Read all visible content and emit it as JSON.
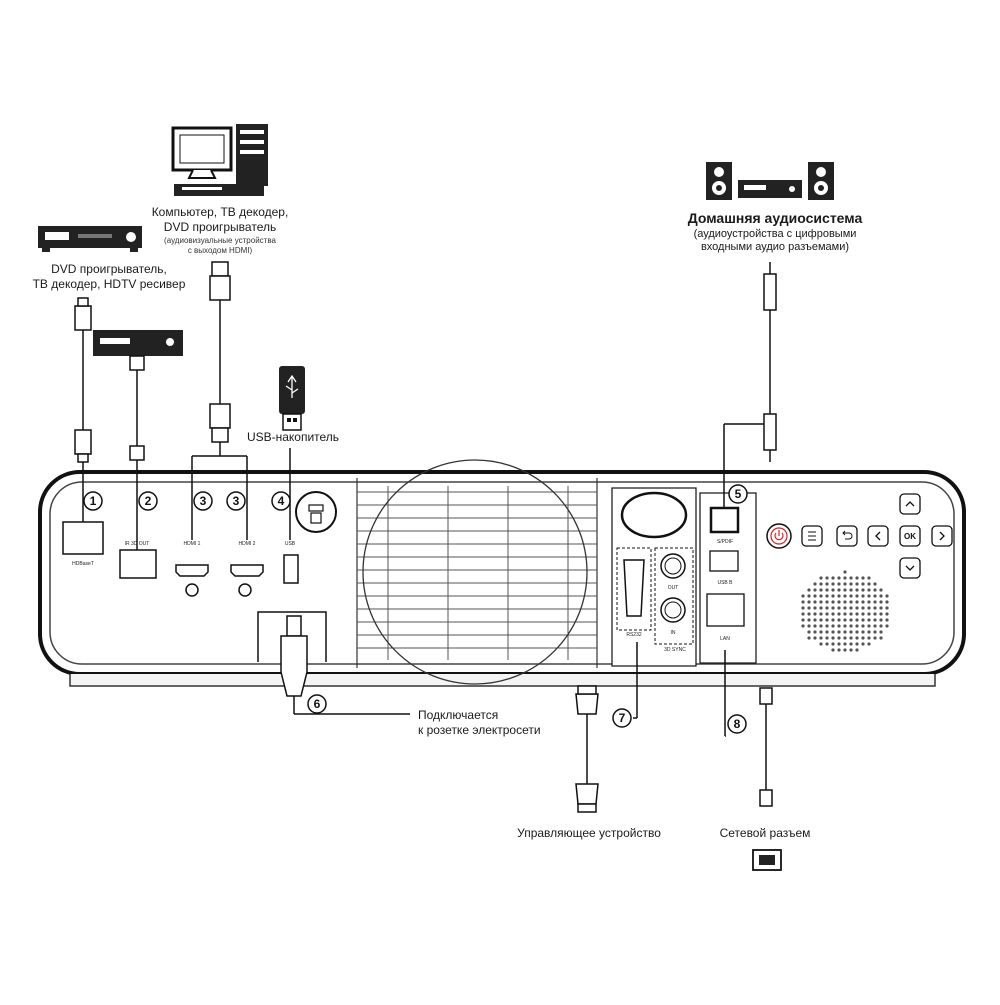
{
  "devices": {
    "computer": {
      "title_line1": "Компьютер, ТВ декодер,",
      "title_line2": "DVD проигрыватель",
      "note_line1": "(аудиовизуальные устройства",
      "note_line2": "с выходом HDMI)"
    },
    "dvd": {
      "line1": "DVD проигрыватель,",
      "line2": "ТВ декодер, HDTV ресивер"
    },
    "usb_drive": {
      "label": "USB-накопитель"
    },
    "home_audio": {
      "title": "Домашняя аудиосистема",
      "note_line1": "(аудиоустройства с цифровыми",
      "note_line2": "входными аудио разъемами)"
    },
    "power": {
      "line1": "Подключается",
      "line2": "к розетке электросети"
    },
    "control_device": {
      "label": "Управляющее устройство"
    },
    "network": {
      "label": "Сетевой разъем"
    }
  },
  "callouts": [
    "1",
    "2",
    "3",
    "3",
    "4",
    "5",
    "6",
    "7",
    "8"
  ],
  "ports": {
    "hdbaset": "HDBaseT",
    "ir_out": "IR 3D OUT",
    "hdmi1": "HDMI 1",
    "hdmi2": "HDMI 2",
    "usb": "USB",
    "rs232": "RS232",
    "sync_out": "OUT",
    "sync_in": "IN",
    "sync_group": "3D SYNC",
    "spdif": "S/PDIF",
    "usb_b": "USB B",
    "lan": "LAN"
  },
  "buttons": {
    "ok": "OK"
  }
}
